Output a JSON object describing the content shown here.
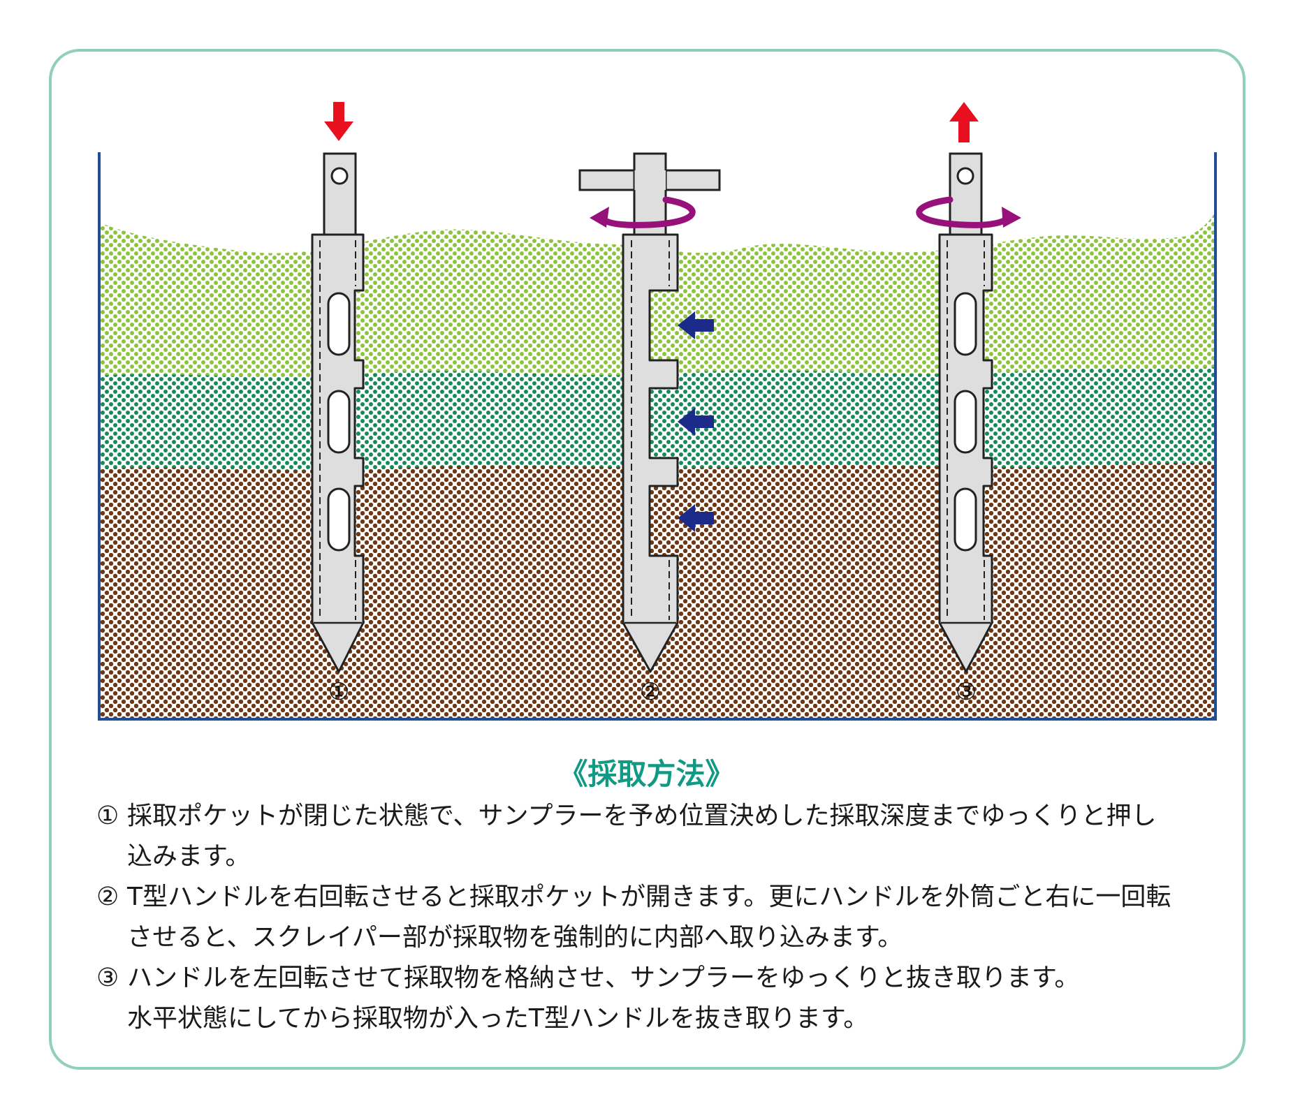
{
  "diagram": {
    "colors": {
      "frame": "#8fd0b6",
      "container": "#1f4e96",
      "soil_top": "#8cc43c",
      "soil_mid": "#158a5a",
      "soil_bottom": "#6e3814",
      "push_arrow": "#e8101e",
      "rotate_arrow": "#96127a",
      "intake_arrow": "#1c2a8a",
      "sampler_fill": "#dedede",
      "sampler_stroke": "#222222"
    },
    "samplers": [
      {
        "label": "①",
        "state": "pocket-closed",
        "action": "push-down"
      },
      {
        "label": "②",
        "state": "pocket-open",
        "action": "rotate-right"
      },
      {
        "label": "③",
        "state": "pocket-closed",
        "action": "rotate-left-pull-up"
      }
    ]
  },
  "method": {
    "title": "《採取方法》",
    "steps": [
      {
        "num": "①",
        "lines": [
          "採取ポケットが閉じた状態で、サンプラーを予め位置決めした採取深度までゆっくりと押し",
          "込みます。"
        ]
      },
      {
        "num": "②",
        "lines": [
          "T型ハンドルを右回転させると採取ポケットが開きます。更にハンドルを外筒ごと右に一回転",
          "させると、スクレイパー部が採取物を強制的に内部へ取り込みます。"
        ]
      },
      {
        "num": "③",
        "lines": [
          "ハンドルを左回転させて採取物を格納させ、サンプラーをゆっくりと抜き取ります。",
          "水平状態にしてから採取物が入ったT型ハンドルを抜き取ります。"
        ]
      }
    ]
  }
}
